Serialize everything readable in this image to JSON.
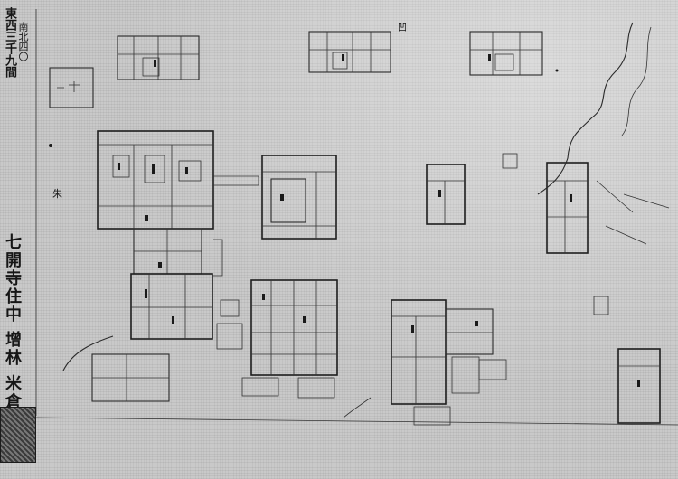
{
  "document": {
    "title_vertical": "東西三千九間",
    "scale_note": "南北四〇",
    "marker_mark": "朱",
    "signature": "七開寺住中 增林 米倉",
    "stamp_label": "凹"
  },
  "colors": {
    "paper": "#c9c9c9",
    "ink": "#1a1a1a"
  }
}
